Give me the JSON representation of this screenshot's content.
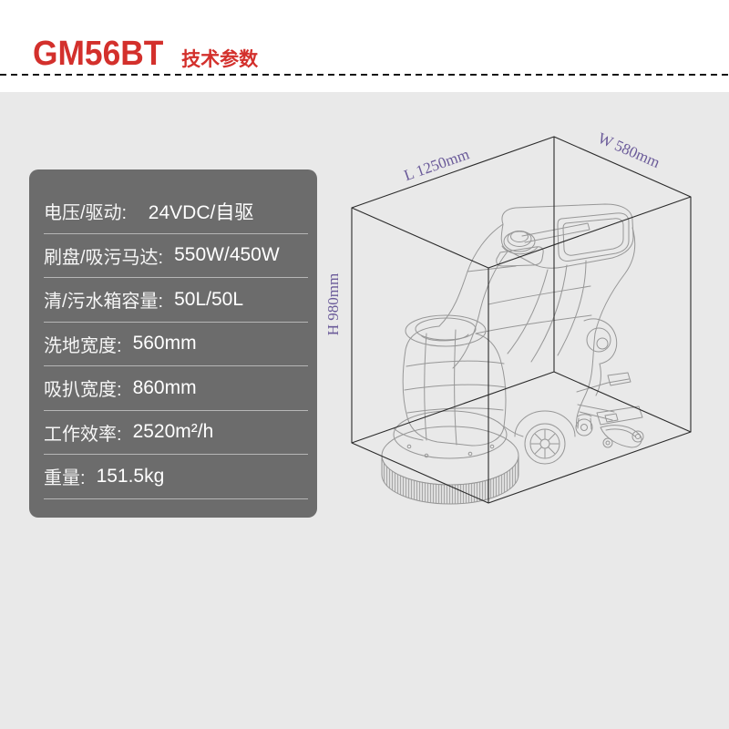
{
  "header": {
    "model": "GM56BT",
    "subtitle": "技术参数"
  },
  "specs": {
    "rows": [
      {
        "label": "电压/驱动:",
        "value": "  24VDC/自驱"
      },
      {
        "label": "刷盘/吸污马达:",
        "value": "550W/450W"
      },
      {
        "label": "清/污水箱容量:",
        "value": "50L/50L"
      },
      {
        "label": "洗地宽度:",
        "value": "560mm"
      },
      {
        "label": "吸扒宽度:",
        "value": "860mm"
      },
      {
        "label": "工作效率:",
        "value": "2520m²/h"
      },
      {
        "label": "重量:",
        "value": "151.5kg"
      }
    ]
  },
  "diagram": {
    "dim_length": "L 1250mm",
    "dim_width": "W 580mm",
    "dim_height": "H 980mm"
  },
  "colors": {
    "accent_red": "#d3302c",
    "panel_gray": "#6c6c6c",
    "page_gray": "#e9e9e9",
    "dimension_purple": "#6a5a99",
    "box_line": "#2b2b2b",
    "machine_line": "#979797"
  }
}
